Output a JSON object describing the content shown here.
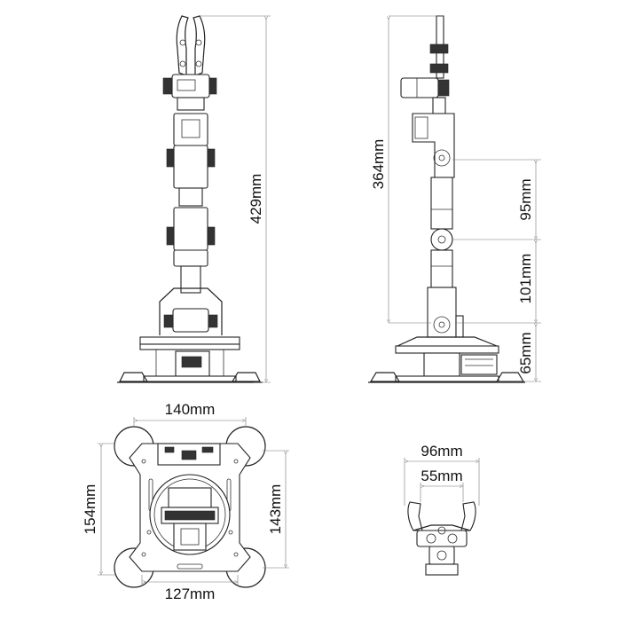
{
  "dimensions": {
    "front_height": "429mm",
    "side_height": "364mm",
    "side_upper_segment": "95mm",
    "side_middle_segment": "101mm",
    "side_base_segment": "65mm",
    "top_width": "140mm",
    "top_depth_outer": "154mm",
    "top_depth_inner": "143mm",
    "top_bottom_width": "127mm",
    "gripper_outer_width": "96mm",
    "gripper_inner_width": "55mm"
  },
  "colors": {
    "line": "#222222",
    "dimension_line": "#777777",
    "background": "#ffffff"
  }
}
